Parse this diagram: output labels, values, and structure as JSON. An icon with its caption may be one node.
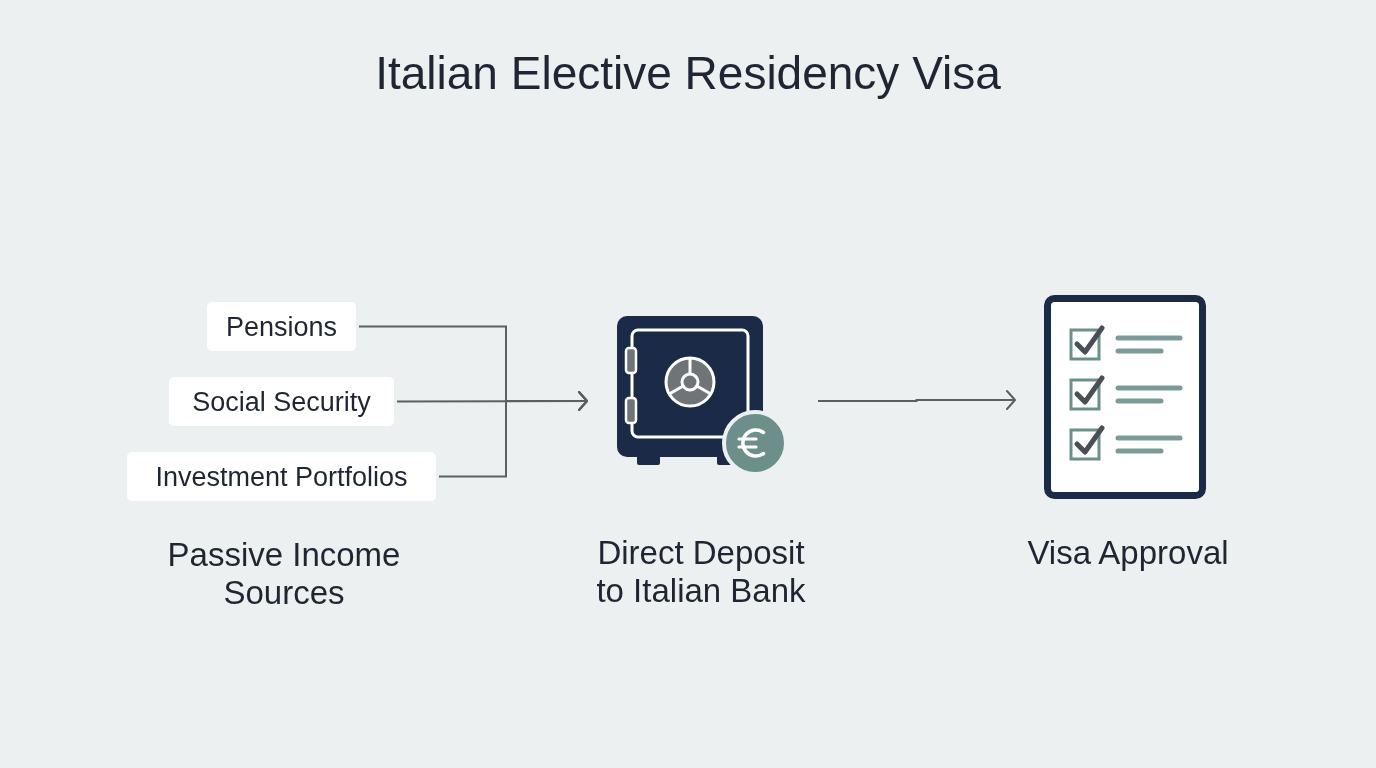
{
  "diagram": {
    "title": "Italian Elective Residency Visa",
    "nodes": [
      {
        "text": [
          "Pensions"
        ]
      },
      {
        "text": [
          "Social Security"
        ]
      },
      {
        "text": [
          "Investment Portfolios"
        ]
      },
      {
        "text": [
          "Direct Deposit to Italian Bank"
        ]
      },
      {
        "text": [
          "Visa Approval"
        ]
      }
    ],
    "edges": [
      {
        "from": 0,
        "to": 3,
        "arrow": "to"
      },
      {
        "from": 1,
        "to": 3,
        "arrow": "to"
      },
      {
        "from": 2,
        "to": 3,
        "arrow": "to"
      },
      {
        "from": 3,
        "to": 4,
        "arrow": "to"
      }
    ],
    "labels": [
      "Passive Income Sources"
    ]
  }
}
